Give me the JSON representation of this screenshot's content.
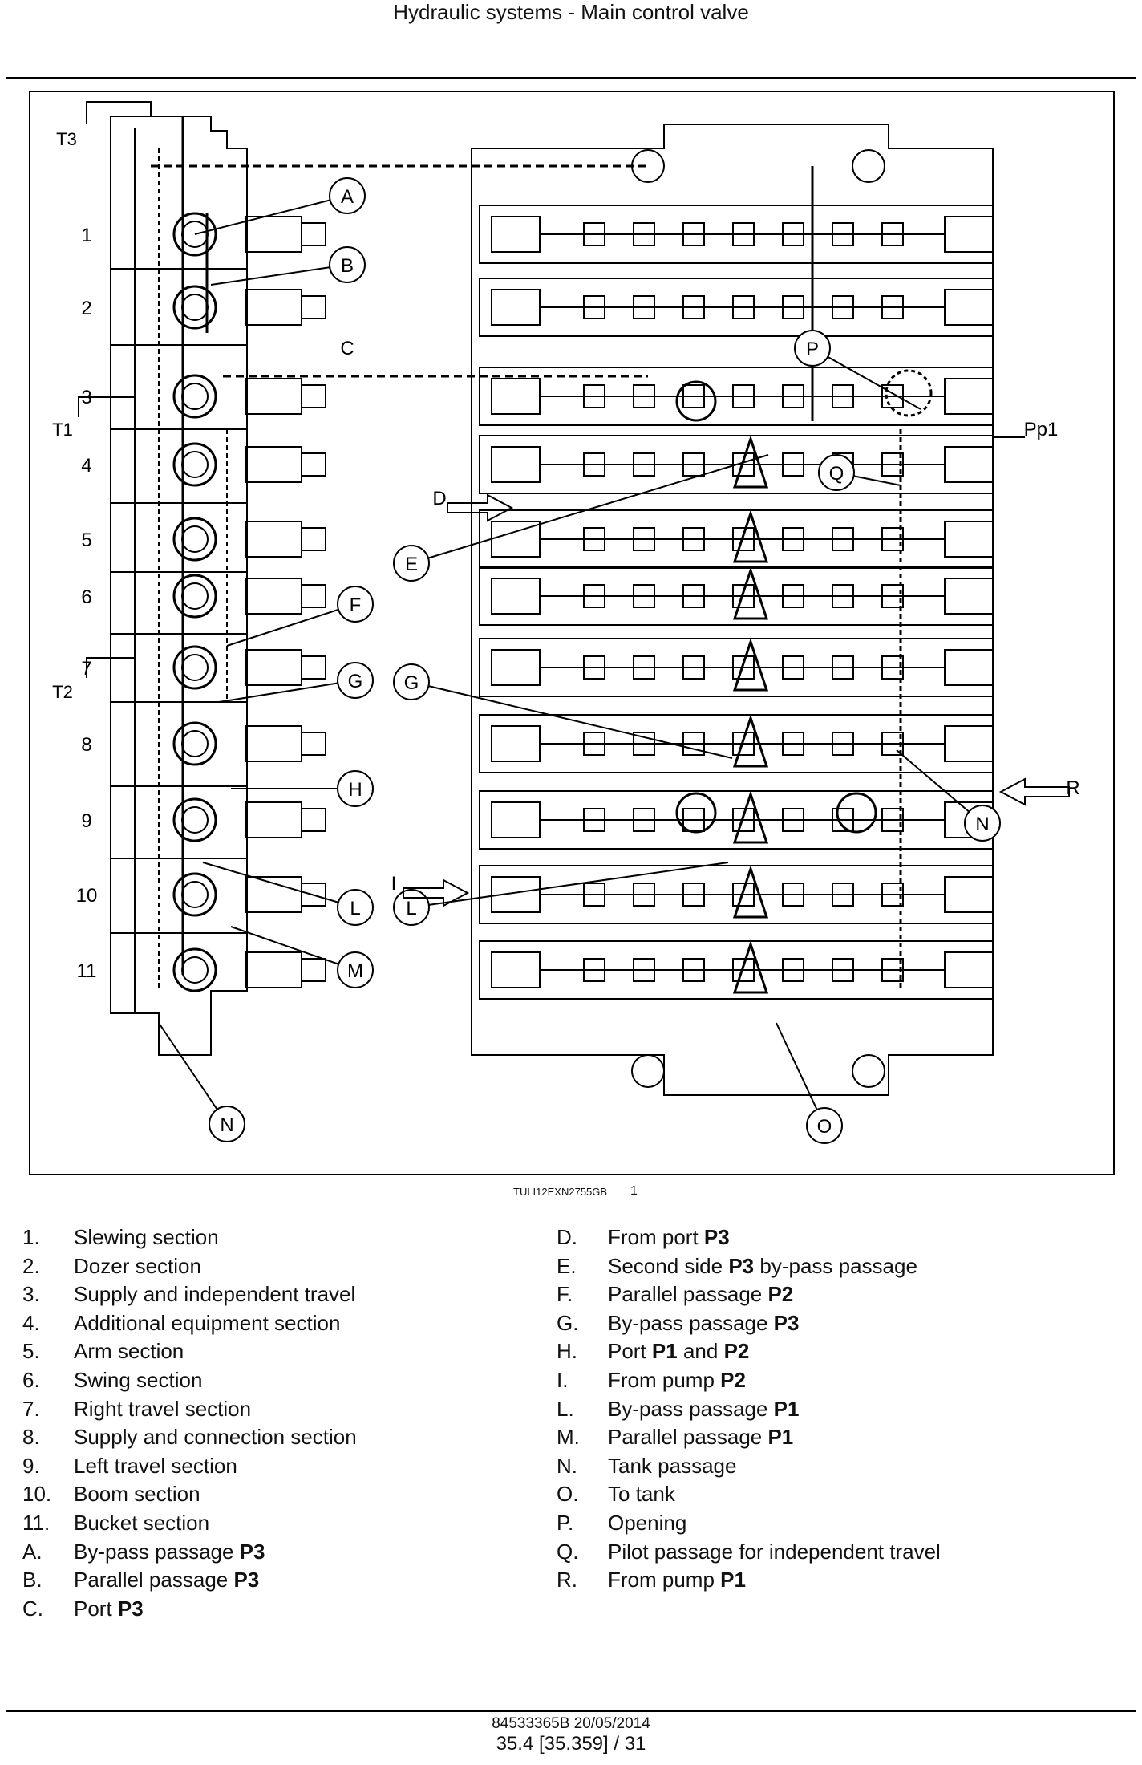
{
  "header": {
    "title": "Hydraulic systems - Main control valve"
  },
  "figure": {
    "code": "TULI12EXN2755GB",
    "number": "1",
    "section_numbers": [
      "1",
      "2",
      "3",
      "4",
      "5",
      "6",
      "7",
      "8",
      "9",
      "10",
      "11"
    ],
    "tank_labels": [
      "T3",
      "T1",
      "T2"
    ],
    "callouts": {
      "A": "A",
      "B": "B",
      "C": "C",
      "D": "D",
      "E": "E",
      "F": "F",
      "G": "G",
      "H": "H",
      "I": "I",
      "L": "L",
      "M": "M",
      "N": "N",
      "O": "O",
      "P": "P",
      "Q": "Q",
      "R": "R",
      "Pp1": "Pp1"
    }
  },
  "legend": {
    "left": [
      {
        "key": "1.",
        "text": "Slewing section",
        "bold": ""
      },
      {
        "key": "2.",
        "text": "Dozer section",
        "bold": ""
      },
      {
        "key": "3.",
        "text": "Supply and independent travel",
        "bold": ""
      },
      {
        "key": "4.",
        "text": "Additional equipment section",
        "bold": ""
      },
      {
        "key": "5.",
        "text": "Arm section",
        "bold": ""
      },
      {
        "key": "6.",
        "text": "Swing section",
        "bold": ""
      },
      {
        "key": "7.",
        "text": "Right travel section",
        "bold": ""
      },
      {
        "key": "8.",
        "text": "Supply and connection section",
        "bold": ""
      },
      {
        "key": "9.",
        "text": "Left travel section",
        "bold": ""
      },
      {
        "key": "10.",
        "text": "Boom section",
        "bold": ""
      },
      {
        "key": "11.",
        "text": "Bucket section",
        "bold": ""
      },
      {
        "key": "A.",
        "text": "By-pass passage ",
        "bold": "P3"
      },
      {
        "key": "B.",
        "text": "Parallel passage ",
        "bold": "P3"
      },
      {
        "key": "C.",
        "text": "Port ",
        "bold": "P3"
      }
    ],
    "right": [
      {
        "key": "D.",
        "text": "From port ",
        "bold": "P3",
        "tail": ""
      },
      {
        "key": "E.",
        "text": "Second side ",
        "bold": "P3",
        "tail": " by-pass passage"
      },
      {
        "key": "F.",
        "text": "Parallel passage ",
        "bold": "P2",
        "tail": ""
      },
      {
        "key": "G.",
        "text": "By-pass passage ",
        "bold": "P3",
        "tail": ""
      },
      {
        "key": "H.",
        "text": "Port ",
        "bold": "P1",
        "tail": " and ",
        "bold2": "P2"
      },
      {
        "key": "I.",
        "text": "From pump ",
        "bold": "P2",
        "tail": ""
      },
      {
        "key": "L.",
        "text": "By-pass passage ",
        "bold": "P1",
        "tail": ""
      },
      {
        "key": "M.",
        "text": "Parallel passage ",
        "bold": "P1",
        "tail": ""
      },
      {
        "key": "N.",
        "text": "Tank passage",
        "bold": "",
        "tail": ""
      },
      {
        "key": "O.",
        "text": "To tank",
        "bold": "",
        "tail": ""
      },
      {
        "key": "P.",
        "text": "Opening",
        "bold": "",
        "tail": ""
      },
      {
        "key": "Q.",
        "text": "Pilot passage for independent travel",
        "bold": "",
        "tail": ""
      },
      {
        "key": "R.",
        "text": "From pump ",
        "bold": "P1",
        "tail": ""
      }
    ]
  },
  "footer": {
    "doc_ref": "84533365B 20/05/2014",
    "page_ref": "35.4 [35.359] / 31"
  }
}
